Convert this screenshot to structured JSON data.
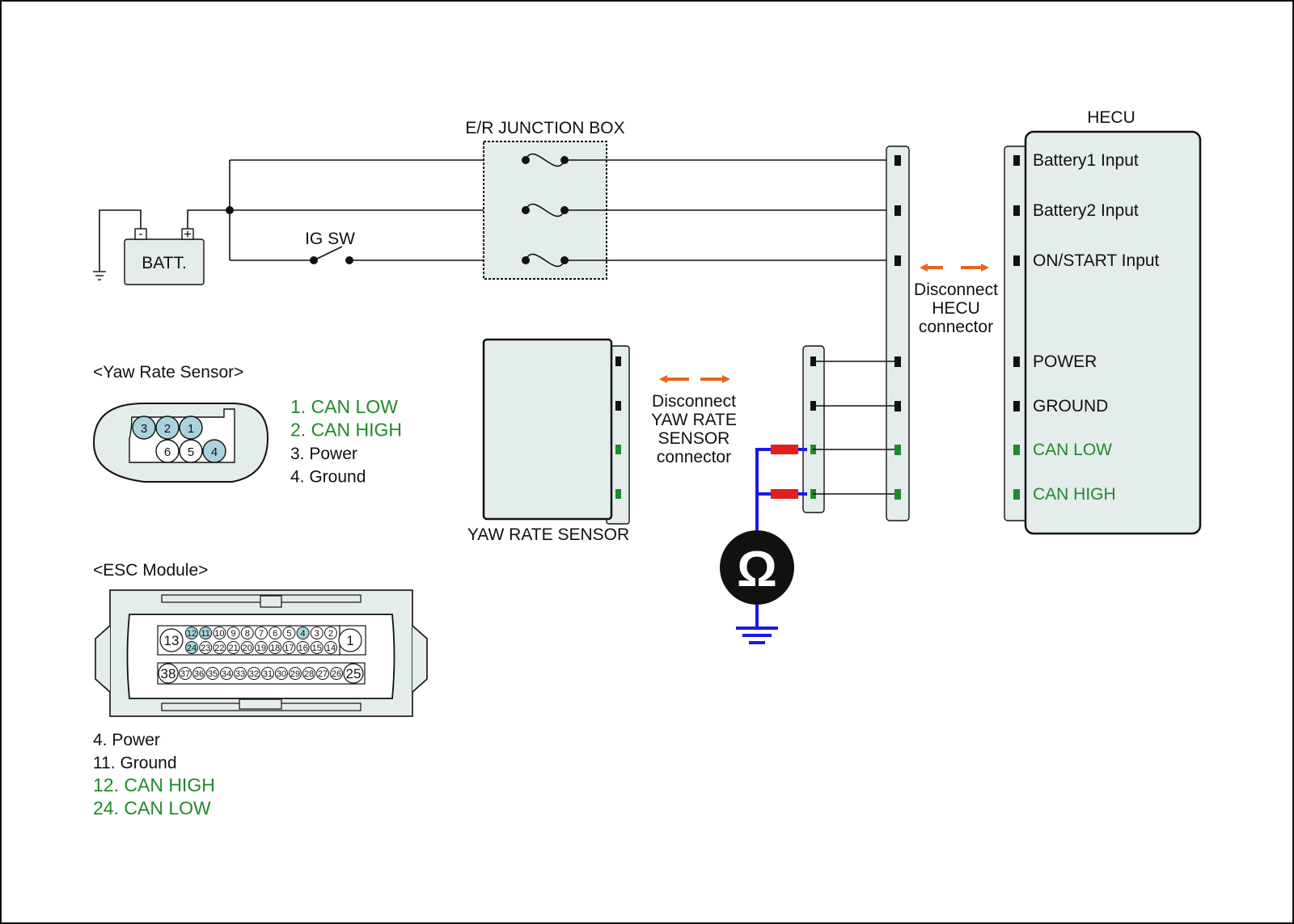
{
  "labels": {
    "junction_box": "E/R JUNCTION BOX",
    "hecu": "HECU",
    "battery": "BATT.",
    "battery_neg": "-",
    "battery_pos": "+",
    "ig_sw": "IG SW",
    "yaw_sensor": "YAW RATE SENSOR",
    "disconnect_hecu": [
      "Disconnect",
      "HECU",
      "connector"
    ],
    "disconnect_yaw": [
      "Disconnect",
      "YAW RATE",
      "SENSOR",
      "connector"
    ],
    "ohm_symbol": "Ω"
  },
  "hecu_pins": [
    {
      "label": "Battery1 Input",
      "color": "#111111"
    },
    {
      "label": "Battery2 Input",
      "color": "#111111"
    },
    {
      "label": "ON/START Input",
      "color": "#111111"
    },
    {
      "label": "POWER",
      "color": "#111111"
    },
    {
      "label": "GROUND",
      "color": "#111111"
    },
    {
      "label": "CAN LOW",
      "color": "#1f8a2a"
    },
    {
      "label": "CAN HIGH",
      "color": "#1f8a2a"
    }
  ],
  "yaw_connector": {
    "title": "<Yaw Rate Sensor>",
    "top_pins": [
      "3",
      "2",
      "1"
    ],
    "bottom_pins": [
      "6",
      "5",
      "4"
    ],
    "legend": [
      {
        "text": "1. CAN LOW",
        "color": "#1f8a2a"
      },
      {
        "text": "2. CAN HIGH",
        "color": "#1f8a2a"
      },
      {
        "text": "3. Power",
        "color": "#111111"
      },
      {
        "text": "4. Ground",
        "color": "#111111"
      }
    ]
  },
  "esc_connector": {
    "title": "<ESC Module>",
    "left_big": "13",
    "right_big": "1",
    "row1": [
      "12",
      "11",
      "10",
      "9",
      "8",
      "7",
      "6",
      "5",
      "4",
      "3",
      "2"
    ],
    "row2": [
      "24",
      "23",
      "22",
      "21",
      "20",
      "19",
      "18",
      "17",
      "16",
      "15",
      "14"
    ],
    "row3_left": "38",
    "row3_right": "25",
    "row3": [
      "37",
      "36",
      "35",
      "34",
      "33",
      "32",
      "31",
      "30",
      "29",
      "28",
      "27",
      "26"
    ],
    "legend": [
      {
        "text": "4. Power",
        "color": "#111111"
      },
      {
        "text": "11. Ground",
        "color": "#111111"
      },
      {
        "text": "12. CAN HIGH",
        "color": "#1f8a2a"
      },
      {
        "text": "24. CAN LOW",
        "color": "#1f8a2a"
      }
    ]
  },
  "colors": {
    "accent_orange": "#e8651e",
    "can_green": "#1f8a2a",
    "probe_blue": "#1a1ae6",
    "probe_red": "#e31e1e",
    "pin_highlight": "#a9d2dc",
    "component_fill": "#e4ecec"
  }
}
